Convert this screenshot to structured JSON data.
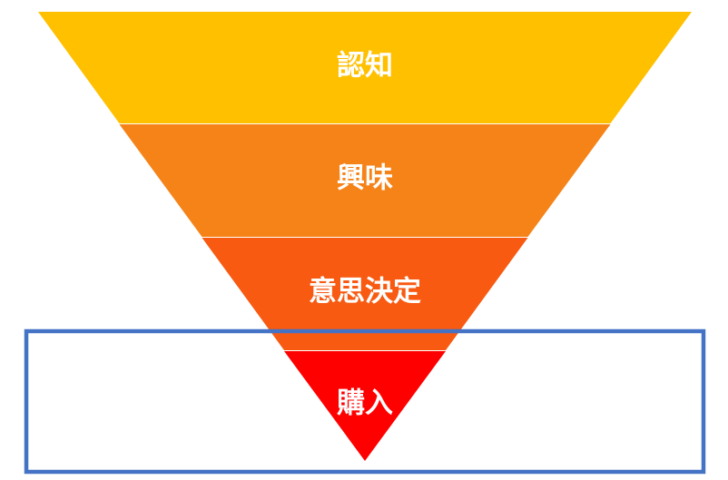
{
  "funnel": {
    "stages": [
      {
        "label": "認知",
        "color": "#FFC000"
      },
      {
        "label": "興味",
        "color": "#F58318"
      },
      {
        "label": "意思決定",
        "color": "#F85A12"
      },
      {
        "label": "購入",
        "color": "#FF0000"
      }
    ],
    "highlight_color": "#4472C4"
  }
}
